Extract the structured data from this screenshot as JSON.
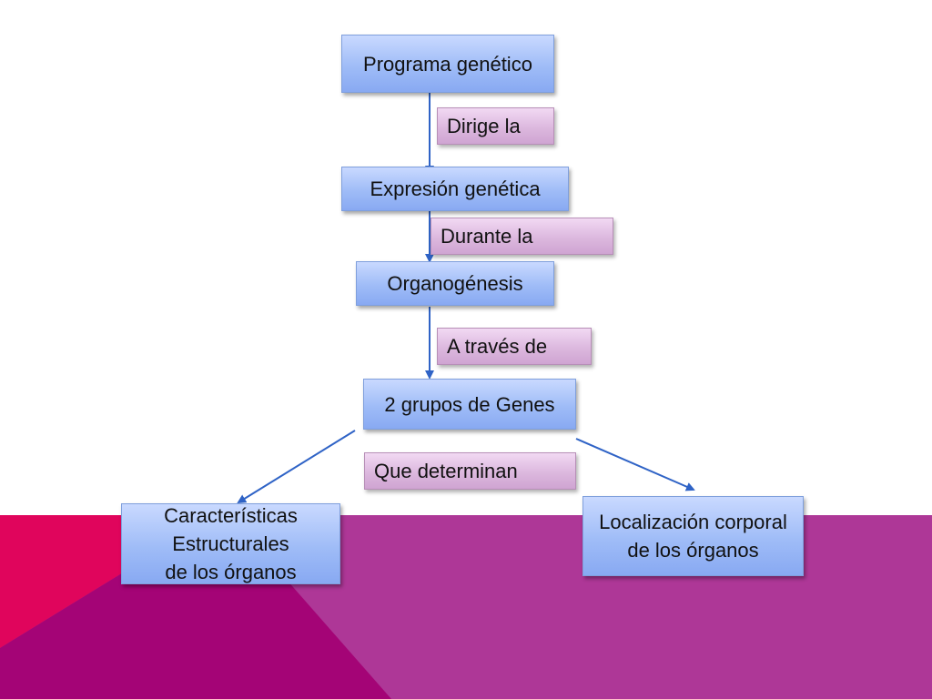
{
  "nodes": {
    "programa": "Programa genético",
    "expresion": "Expresión genética",
    "organogenesis": "Organogénesis",
    "grupos": "2 grupos de Genes",
    "caracteristicas": "Características\nEstructurales\n de los órganos",
    "localizacion": "Localización corporal\n de los órganos"
  },
  "links": {
    "dirige": "Dirige la",
    "durante": "Durante la",
    "traves": "A través de",
    "determinan": "Que determinan"
  },
  "colors": {
    "node_fill": "#9fbcf7",
    "label_fill": "#dcb8de",
    "arrow": "#2f63c6",
    "band_magenta": "#e0055c",
    "band_purple": "#ae3797",
    "band_dark": "#a40476"
  }
}
